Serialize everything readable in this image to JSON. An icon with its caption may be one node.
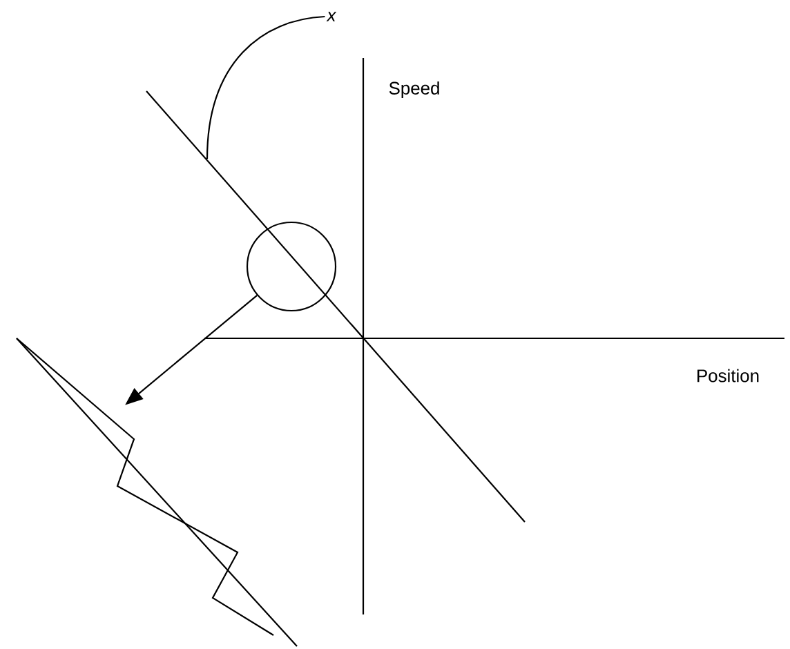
{
  "diagram": {
    "nodes": [
      {
        "text": [
          "x"
        ]
      },
      {
        "text": [],
        "shape": "circle"
      },
      {
        "text": [],
        "shape": "picture"
      }
    ],
    "edges": [
      {
        "from": 0,
        "to": null,
        "arrow": "none"
      },
      {
        "from": 1,
        "to": 2,
        "arrow": "to"
      }
    ],
    "labels": [
      "Speed",
      "Position"
    ]
  }
}
